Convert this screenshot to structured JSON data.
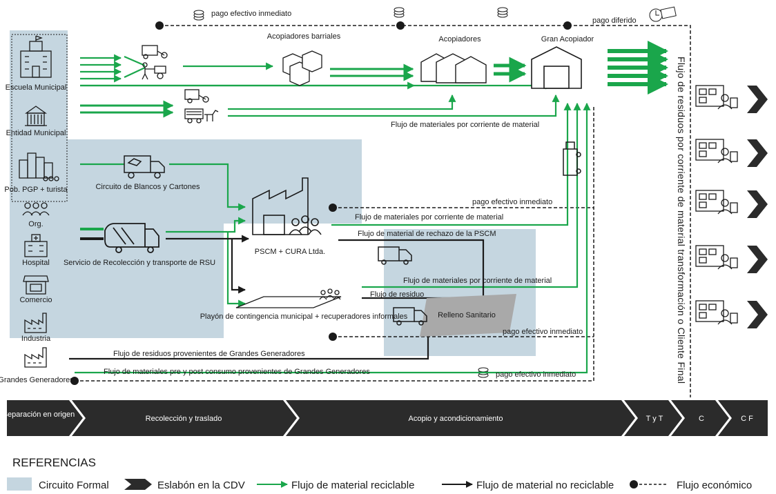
{
  "colors": {
    "formal_circuit": "#c5d6e0",
    "recyclable_flow": "#1aa64b",
    "non_recyclable_flow": "#1a1a1a",
    "stage_bar": "#2b2b2b",
    "landfill": "#a9a9a9"
  },
  "generators": {
    "escuela": "Escuela Municipal",
    "entidad": "Entidad Municipal",
    "pob": "Pob. PGP + turista",
    "org": "Org.",
    "hospital": "Hospital",
    "comercio": "Comercio",
    "industria": "Industria",
    "grandes": "Grandes Generadores"
  },
  "nodes": {
    "acopiadores_barriales": "Acopiadores barriales",
    "acopiadores": "Acopiadores",
    "gran_acopiador": "Gran Acopiador",
    "circuito_blancos": "Circuito de Blancos y Cartones",
    "servicio_recoleccion": "Servicio de Recolección y transporte de RSU",
    "pscm": "PSCM + CURA Ltda.",
    "playon": "Playón de contingencia municipal + recuperadores informales",
    "relleno": "Relleno Sanitario"
  },
  "flows": {
    "pago_top": "pago efectivo inmediato",
    "pago_diferido": "pago diferido",
    "flujo_corriente_1": "Flujo de materiales por corriente de material",
    "pago_pscm": "pago efectivo inmediato",
    "flujo_corriente_pscm": "Flujo de materiales por corriente de material",
    "flujo_rechazo": "Flujo de material de rechazo de la PSCM",
    "flujo_corriente_playon": "Flujo de materiales por corriente de material",
    "flujo_residuo": "Flujo de residuo",
    "pago_relleno": "pago efectivo inmediato",
    "flujo_grandes_residuos": "Flujo de residuos provenientes de Grandes Generadores",
    "flujo_grandes_materiales": "Flujo de materiales pre y post consumo provenientes de Grandes Generadores",
    "pago_bottom": "pago efectivo inmediato"
  },
  "side_label": "Flujo de residuos por corriente de material transformación o Cliente Final",
  "stages": [
    "Separación en origen",
    "Recolección y traslado",
    "Acopio y acondicionamiento",
    "T y T",
    "C",
    "C F"
  ],
  "references": {
    "title": "REFERENCIAS",
    "items": [
      "Circuito Formal",
      "Eslabón en la CDV",
      "Flujo de material reciclable",
      "Flujo de material no reciclable",
      "Flujo económico"
    ]
  }
}
